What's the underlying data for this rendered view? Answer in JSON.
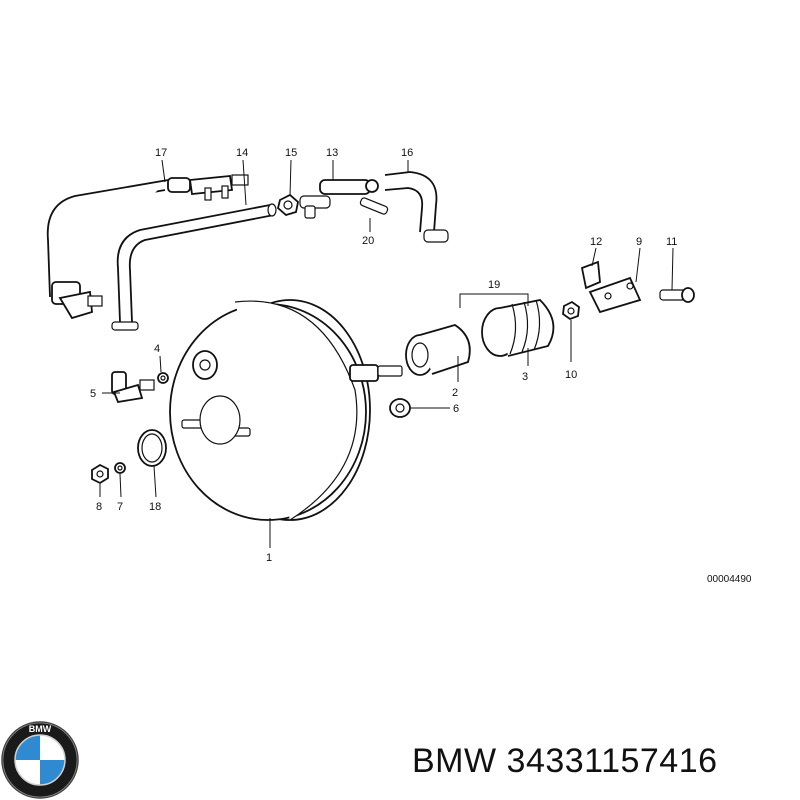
{
  "diagram": {
    "drawing_number": "00004490",
    "callouts": [
      {
        "id": "c17",
        "label": "17"
      },
      {
        "id": "c14",
        "label": "14"
      },
      {
        "id": "c15",
        "label": "15"
      },
      {
        "id": "c13",
        "label": "13"
      },
      {
        "id": "c16",
        "label": "16"
      },
      {
        "id": "c20",
        "label": "20"
      },
      {
        "id": "c12",
        "label": "12"
      },
      {
        "id": "c9",
        "label": "9"
      },
      {
        "id": "c11",
        "label": "11"
      },
      {
        "id": "c19",
        "label": "19"
      },
      {
        "id": "c4",
        "label": "4"
      },
      {
        "id": "c5",
        "label": "5"
      },
      {
        "id": "c2",
        "label": "2"
      },
      {
        "id": "c3",
        "label": "3"
      },
      {
        "id": "c10",
        "label": "10"
      },
      {
        "id": "c6",
        "label": "6"
      },
      {
        "id": "c8",
        "label": "8"
      },
      {
        "id": "c7",
        "label": "7"
      },
      {
        "id": "c18",
        "label": "18"
      },
      {
        "id": "c1",
        "label": "1"
      }
    ]
  },
  "brand": {
    "name": "BMW",
    "part_number": "34331157416",
    "logo_letters": "BMW",
    "logo_colors": {
      "ring": "#1a1a1a",
      "blue": "#2f8ad1",
      "white": "#ffffff"
    }
  }
}
